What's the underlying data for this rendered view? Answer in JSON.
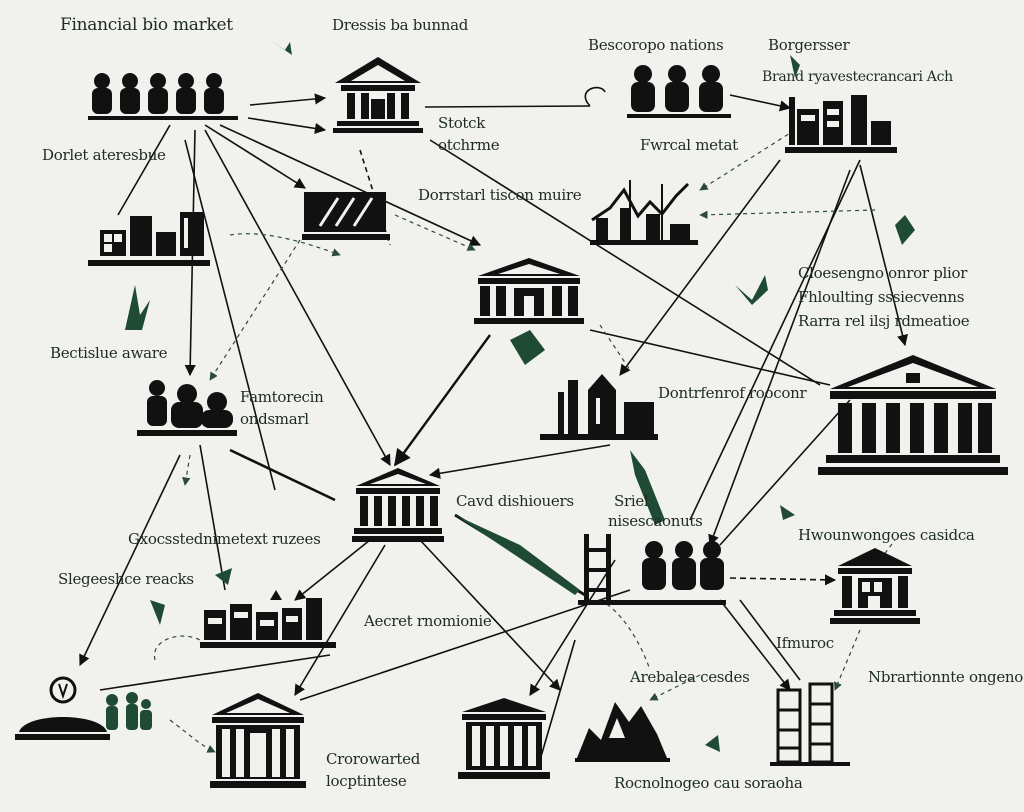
{
  "diagram": {
    "labels": {
      "l1": "Financial bio market",
      "l2": "Dressis ba bunnad",
      "l3": "Bescoropo nations",
      "l4": "Borgersser",
      "l5": "Brand ryavestecrancari Ach",
      "l6": "Stotck",
      "l7": "otchrme",
      "l8": "Fwrcal metat",
      "l9": "Dorlet ateresbue",
      "l10": "Dorrstarl tiscon muire",
      "l11": "Cloesengno onror plior",
      "l12": "Fhloulting sssiecvenns",
      "l13": "Rarra rel ilsj rdmeatioe",
      "l14": "Bectislue aware",
      "l15": "Famtorecin",
      "l16": "ondsmarl",
      "l17": "Dontrfenrof rooconr",
      "l18": "Cavd dishiouers",
      "l19": "Sriel",
      "l20": "nisescaonuts",
      "l21": "Gxocsstednimetext ruzees",
      "l22": "Slegeeshce reacks",
      "l23": "Hwounwongoes casidca",
      "l24": "Aecret rnomionie",
      "l25": "Ifmuroc",
      "l26": "Arebalea cesdes",
      "l27": "Nbrartionnte ongeno",
      "l28": "Crorowarted",
      "l29": "locptintese",
      "l30": "Rocnolnogeo cau soraoha"
    }
  }
}
